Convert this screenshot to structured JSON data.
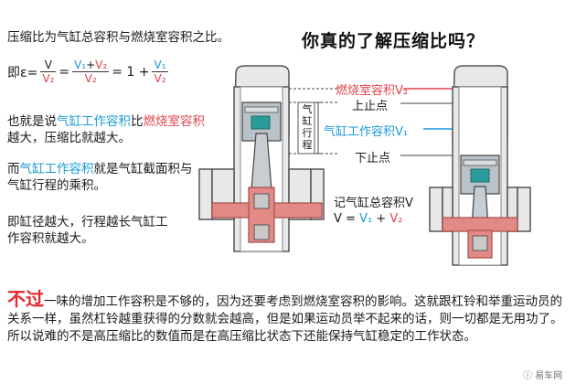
{
  "left": {
    "line1": "压缩比为气缸总容积与燃烧室容积之比。",
    "formula": {
      "prefix": "即ε=",
      "f1_num": "V",
      "f1_den": "V₂",
      "eq1": "=",
      "f2_num_a": "V₁",
      "f2_num_plus": "+",
      "f2_num_b": "V₂",
      "f2_den": "V₂",
      "eq2": "= 1 +",
      "f3_num": "V₁",
      "f3_den": "V₂"
    },
    "p2_a": "也就是说",
    "p2_b": "气缸工作容积",
    "p2_c": "比",
    "p2_d": "燃烧室容积",
    "p2_e": "越大，压缩比就越大。",
    "p3_a": "而",
    "p3_b": "气缸工作容积",
    "p3_c": "就是气缸截面积与",
    "p3_d": "气缸行程的乘积。",
    "p4_a": "即缸径越大，行程越长气缸工",
    "p4_b": "作容积就越大。"
  },
  "heading": "你真的了解压缩比吗？",
  "diagram": {
    "combustion_label": "燃烧室容积V₂",
    "tdc_label": "上止点",
    "working_label": "气缸工作容积V₁",
    "stroke_label": [
      "气",
      "缸",
      "行",
      "程"
    ],
    "bdc_label": "下止点",
    "total_line1": "记气缸总容积V",
    "total_line2_a": "V = ",
    "total_line2_b": "V₁",
    "total_line2_c": " + ",
    "total_line2_d": "V₂"
  },
  "bottom": {
    "lead": "不过",
    "text": "一味的增加工作容积是不够的，因为还要考虑到燃烧室容积的影响。这就跟杠铃和举重运动员的关系一样，虽然杠铃越重获得的分数就会越高，但是如果运动员举不起来的话，则一切都是无用功了。所以说难的不是高压缩比的数值而是在高压缩比状态下还能保持气缸稳定的工作状态。"
  },
  "watermark": "ⓘ 易车网",
  "colors": {
    "blue": "#1a9ad6",
    "red": "#e0434b",
    "cylinder_fill": "#e4e4e4",
    "piston_fill": "#b8c2c8",
    "crank_fill": "#e48a86",
    "bolt_fill": "#2b9a9a"
  }
}
